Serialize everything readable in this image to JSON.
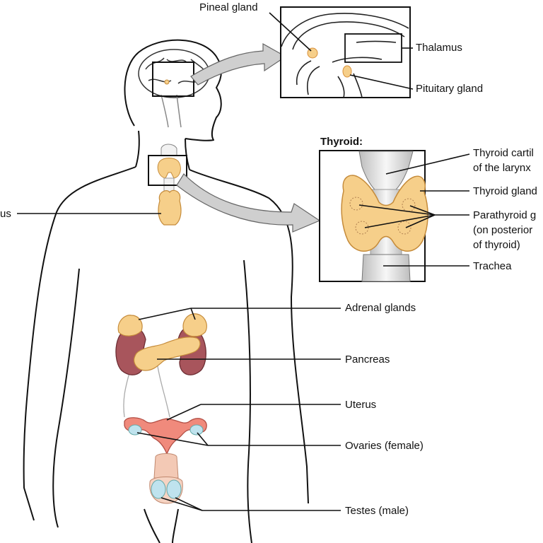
{
  "labels": {
    "pineal_gland": "Pineal gland",
    "thalamus": "Thalamus",
    "pituitary_gland": "Pituitary gland",
    "thyroid_heading": "Thyroid:",
    "thyroid_cartilage_line1": "Thyroid cartil",
    "thyroid_cartilage_line2": "of the larynx",
    "thyroid_gland": "Thyroid gland",
    "parathyroid_line1": "Parathyroid g",
    "parathyroid_line2": "(on posterior",
    "parathyroid_line3": "of thyroid)",
    "trachea": "Trachea",
    "thymus": "us",
    "adrenal_glands": "Adrenal glands",
    "pancreas": "Pancreas",
    "uterus": "Uterus",
    "ovaries": "Ovaries (female)",
    "testes": "Testes (male)"
  },
  "colors": {
    "outline": "#111111",
    "gland_fill": "#f6cf8a",
    "kidney_fill": "#a8555c",
    "uterus_fill": "#f08a7c",
    "testes_fill": "#bfe3ee",
    "arrow_fill": "#cfcfcf",
    "trachea_fill": "#e4e4e4"
  }
}
